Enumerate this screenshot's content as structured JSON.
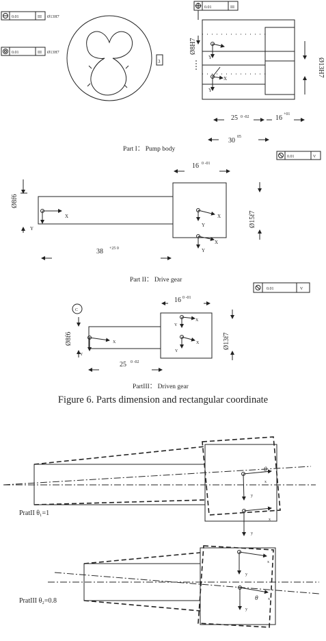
{
  "figure6": {
    "caption": "Figure 6. Parts dimension and rectangular coordinate",
    "part1": {
      "caption": "Part I： Pump body",
      "fcf_top_left": "0.01",
      "fcf_top_left_ref": "Ø13H7",
      "fcf_mid_left": "0.01",
      "fcf_mid_left_ref": "Ø13H7",
      "fcf_top_right": "0.01",
      "dim_left_dia": "Ø8H7",
      "dim_right_dia": "Ø13H7",
      "dim_25": "25",
      "dim_25_tol": "0\n-02",
      "dim_16": "16",
      "dim_16_tol": "+01",
      "dim_30": "30",
      "dim_30_tol": "05"
    },
    "part2": {
      "caption": "Part II： Drive gear",
      "fcf": "0.01",
      "dim_16": "16",
      "dim_16_tol": "0\n-01",
      "dim_dia_left": "Ø8f6",
      "dim_dia_right": "Ø15f7",
      "dim_38": "38",
      "dim_38_tol": "+25\n0",
      "label_x1": "X",
      "label_y1": "Y",
      "label_x2": "X",
      "label_y2": "Y",
      "label_x3": "X",
      "label_y3": "Y"
    },
    "part3": {
      "caption": "PartIII： Driven gear",
      "fcf": "0.01",
      "dim_16": "16",
      "dim_16_tol": "0\n-01",
      "dim_dia_left": "Ø8f6",
      "dim_dia_right": "Ø13f7",
      "dim_25": "25",
      "dim_25_tol": "0\n-02",
      "circle_marker": "C"
    }
  },
  "deviation": {
    "part2_label": "PratII θ₁=1",
    "part3_label": "PratIII θ₂=0.8",
    "theta": "θ",
    "x_label": "x",
    "y_label": "y"
  },
  "colors": {
    "line": "#222222",
    "background": "#ffffff"
  }
}
